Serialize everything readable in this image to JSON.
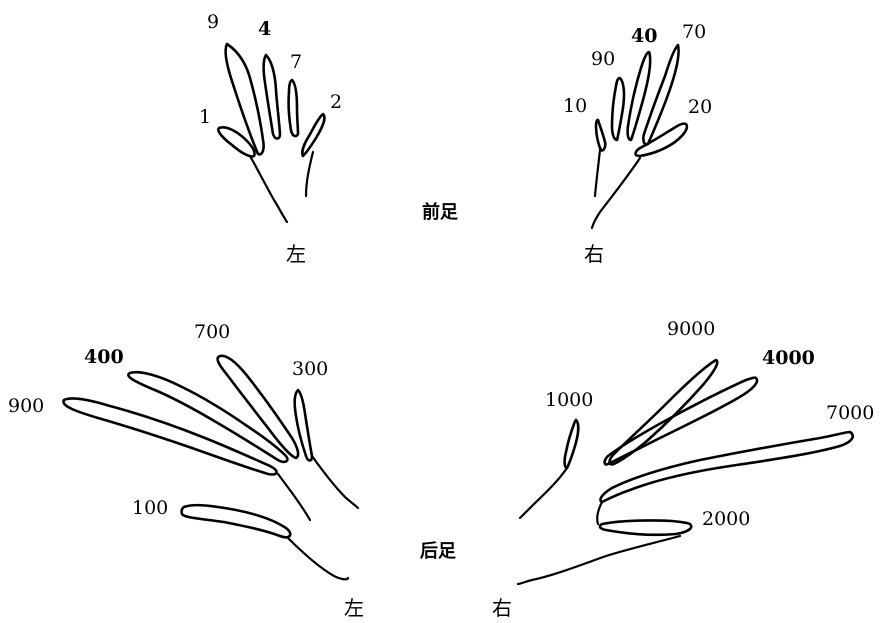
{
  "front": {
    "title": "前足",
    "left_label": "左",
    "right_label": "右",
    "left_digits": [
      "9",
      "4",
      "7",
      "1",
      "2"
    ],
    "right_digits": [
      "40",
      "70",
      "90",
      "10",
      "20"
    ]
  },
  "hind": {
    "title": "后足",
    "left_label": "左",
    "right_label": "右",
    "left_digits": [
      "400",
      "700",
      "300",
      "900",
      "100"
    ],
    "right_digits": [
      "9000",
      "4000",
      "1000",
      "7000",
      "2000"
    ]
  }
}
